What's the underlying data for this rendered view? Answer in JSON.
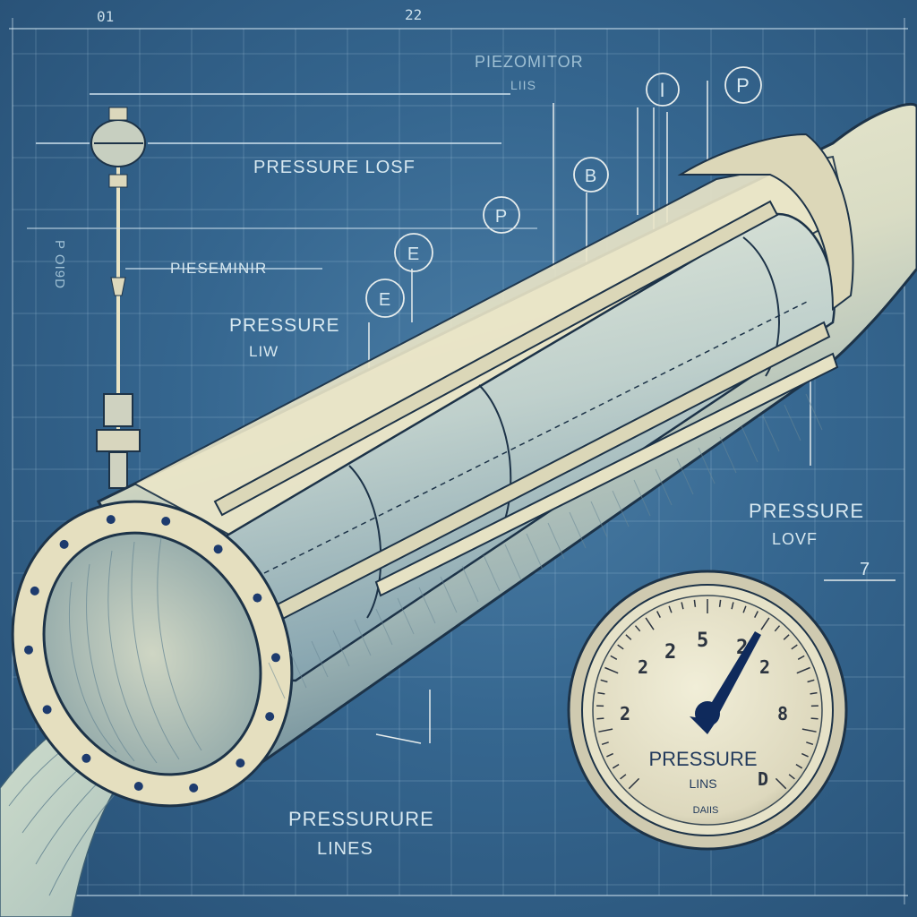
{
  "diagram": {
    "top_ruler": {
      "left_mark": "01",
      "center_mark": "22"
    },
    "labels": {
      "piezometer_top": "PIEZOMITOR",
      "piezometer_top_sub": "LIIS",
      "pressure_losf": "PRESSURE LOSF",
      "pieseminir": "PIESEMINIR",
      "pressure_low_left": "PRESSURE",
      "pressure_low_left_sub": "LIW",
      "left_vertical": "P OI9D",
      "pressure_lov_right": "PRESSURE",
      "pressure_lov_right_sub": "LOVF",
      "pressure_lines": "PRESSURURE",
      "pressure_lines_sub": "LINES",
      "right_mark": "7"
    },
    "callouts": [
      "P",
      "I",
      "B",
      "P",
      "E",
      "E"
    ],
    "gauge": {
      "numbers_top": [
        "2",
        "5",
        "2"
      ],
      "numbers_side": [
        "2",
        "2",
        "2",
        "8"
      ],
      "number_right_bottom": "D",
      "label": "PRESSURE",
      "sub_label": "LINS",
      "small_text": "DAIIS"
    },
    "colors": {
      "blueprint": "#35668f",
      "grid": "#a9c9dd",
      "pipe_light": "#e9e6c6",
      "pipe_shadow": "#6d8e9a",
      "ink": "#1d3348",
      "flange_holes": "#1d3b6e",
      "gauge_face": "#e8e4cc",
      "needle": "#0f2a5c"
    }
  }
}
